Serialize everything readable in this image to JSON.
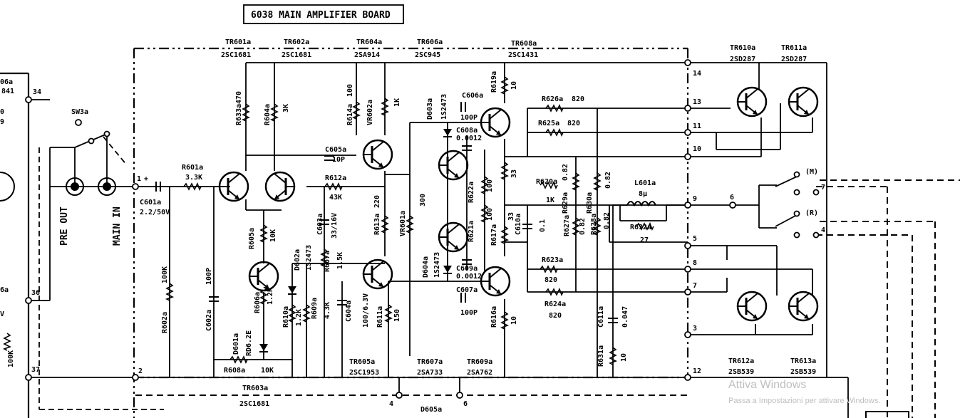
{
  "title": "6038 MAIN AMPLIFIER BOARD",
  "transistors_top": [
    {
      "ref": "TR601a",
      "part": "2SC1681"
    },
    {
      "ref": "TR602a",
      "part": "2SC1681"
    },
    {
      "ref": "TR604a",
      "part": "2SA914"
    },
    {
      "ref": "TR606a",
      "part": "2SC945"
    },
    {
      "ref": "TR608a",
      "part": "2SC1431"
    },
    {
      "ref": "TR610a",
      "part": "2SD287"
    },
    {
      "ref": "TR611a",
      "part": "2SD287"
    }
  ],
  "transistors_bottom": [
    {
      "ref": "TR605a",
      "part": "2SC1953"
    },
    {
      "ref": "TR607a",
      "part": "2SA733"
    },
    {
      "ref": "TR609a",
      "part": "2SA762"
    },
    {
      "ref": "TR612a",
      "part": "2SB539"
    },
    {
      "ref": "TR613a",
      "part": "2SB539"
    },
    {
      "ref": "TR603a",
      "part": "2SC1681"
    }
  ],
  "components": {
    "r601": "R601a",
    "r601v": "3.3K",
    "c601": "C601a",
    "c601v": "2.2/50V",
    "r602": "R602a",
    "r602v": "100K",
    "c602": "C602a",
    "c602v": "100P",
    "r633": "R633a",
    "r633v": "470",
    "r604": "R604a",
    "r604v": "3K",
    "r614": "R614a",
    "r614v": "100",
    "vr602": "VR602a",
    "vr602v": "1K",
    "c605": "C605a",
    "c605v": "10P",
    "r612": "R612a",
    "r612v": "43K",
    "r613": "R613a",
    "r613v": "220",
    "vr601": "VR601a",
    "vr601v": "300",
    "c603": "C603a",
    "c603v": "33/16V",
    "r605": "R605a",
    "r605v": "10K",
    "d602": "D602a",
    "d602v": "1S2473",
    "r607": "R607a",
    "r607v": "1.5K",
    "r606": "R606a",
    "r606v": "1.2K",
    "r610": "R610a",
    "r610v": "1.2K",
    "r609": "R609a",
    "r609v": "4.3K",
    "c604": "C604a",
    "c604v": "100/6.3V",
    "r611": "R611a",
    "r611v": "150",
    "d601": "D601a",
    "d601v": "RD6.2E",
    "r608": "R608a",
    "r608v": "10K",
    "d603": "D603a",
    "d603v": "1S2473",
    "c606": "C606a",
    "c606v": "100P",
    "c608": "C608a",
    "c608v": "0.0012",
    "r619": "R619a",
    "r619v": "10",
    "r622": "R622a",
    "r622v": "100",
    "r621": "R621a",
    "r621v": "100",
    "r617": "R617a",
    "r617v": "33",
    "r618v": "33",
    "c610": "C610a",
    "c610v": "0.1",
    "d604": "D604a",
    "d604v": "1S2473",
    "c609": "C609a",
    "c609v": "0.0012",
    "c607": "C607a",
    "c607v": "100P",
    "r616": "R616a",
    "r616v": "10",
    "r626": "R626a",
    "r626v": "820",
    "r625": "R625a",
    "r625v": "820",
    "r620": "R620a",
    "r620v": "1K",
    "r629": "R629a",
    "r629v": "0.82",
    "r630": "R630a",
    "r630v": "0.82",
    "r627": "R627a",
    "r627v": "0.82",
    "r628": "R628a",
    "r628v": "0.82",
    "r623": "R623a",
    "r623v": "820",
    "r624": "R624a",
    "r624v": "820",
    "c611": "C611a",
    "c611v": "0.047",
    "r631": "R631a",
    "r631v": "10",
    "l601": "L601a",
    "l601v": "8μ",
    "r632": "R632a",
    "r632v": "27",
    "d605": "D605a"
  },
  "switches": {
    "sw3": "SW3a",
    "m": "(M)",
    "r": "(R)"
  },
  "jacks": {
    "pre_out": "PRE OUT",
    "main_in": "MAIN IN"
  },
  "nodes": {
    "n34": "34",
    "n36": "36",
    "n37": "37",
    "n1": "1",
    "plus": "+",
    "n2": "2",
    "n14": "14",
    "n13": "13",
    "n11": "11",
    "n10": "10",
    "n9": "9",
    "n5": "5",
    "n8": "8",
    "n7": "7",
    "n3": "3",
    "n12": "12",
    "n6": "6",
    "n4": "4",
    "n6b": "6",
    "o7": "7",
    "o4": "4"
  },
  "left_edge": {
    "t1": "06a",
    "t2": "841",
    "t3": "0",
    "t4": "9",
    "t5": "6a",
    "t6": "V",
    "t7": "100K"
  },
  "watermark": {
    "line1": "Attiva Windows",
    "line2": "Passa a Impostazioni per attivare Windows."
  }
}
